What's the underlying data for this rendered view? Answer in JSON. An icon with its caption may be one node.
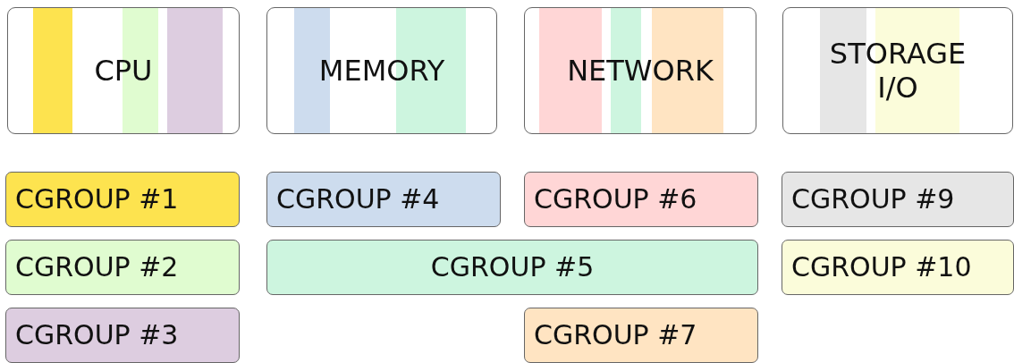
{
  "diagram": {
    "nodes": [
      {
        "text": [
          "CPU"
        ]
      },
      {
        "text": [
          "MEMORY"
        ]
      },
      {
        "text": [
          "NETWORK"
        ]
      },
      {
        "text": [
          "STORAGE I/O"
        ]
      },
      {
        "text": [
          "CGROUP #1"
        ]
      },
      {
        "text": [
          "CGROUP #2"
        ]
      },
      {
        "text": [
          "CGROUP #3"
        ]
      },
      {
        "text": [
          "CGROUP #4"
        ]
      },
      {
        "text": [
          "CGROUP #5"
        ]
      },
      {
        "text": [
          "CGROUP #6"
        ]
      },
      {
        "text": [
          "CGROUP #7"
        ]
      },
      {
        "text": [
          "CGROUP #9"
        ]
      },
      {
        "text": [
          "CGROUP #10"
        ]
      }
    ]
  }
}
